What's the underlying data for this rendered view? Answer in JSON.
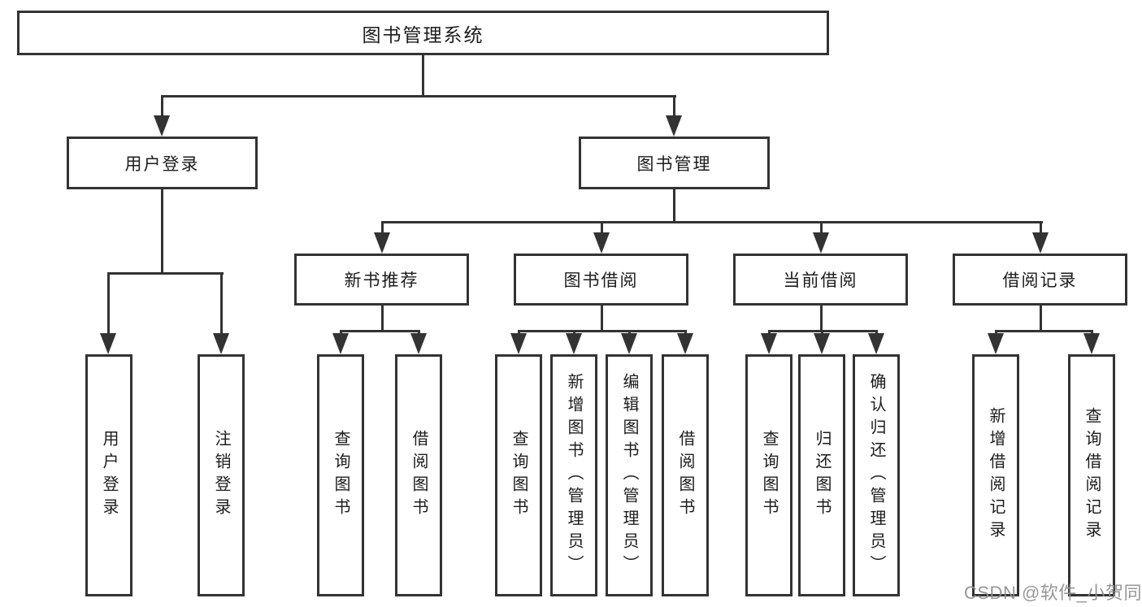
{
  "diagram": {
    "type": "hierarchy-tree",
    "root": {
      "label": "图书管理系统"
    },
    "level1": [
      {
        "label": "用户登录"
      },
      {
        "label": "图书管理"
      }
    ],
    "level2": [
      {
        "label": "新书推荐",
        "parent": "图书管理"
      },
      {
        "label": "图书借阅",
        "parent": "图书管理"
      },
      {
        "label": "当前借阅",
        "parent": "图书管理"
      },
      {
        "label": "借阅记录",
        "parent": "图书管理"
      }
    ],
    "leaves": [
      {
        "label": "用户登录",
        "parent": "用户登录"
      },
      {
        "label": "注销登录",
        "parent": "用户登录"
      },
      {
        "label": "查询图书",
        "parent": "新书推荐"
      },
      {
        "label": "借阅图书",
        "parent": "新书推荐"
      },
      {
        "label": "查询图书",
        "parent": "图书借阅"
      },
      {
        "label": "新增图书（管理员）",
        "parent": "图书借阅"
      },
      {
        "label": "编辑图书（管理员）",
        "parent": "图书借阅"
      },
      {
        "label": "借阅图书",
        "parent": "图书借阅"
      },
      {
        "label": "查询图书",
        "parent": "当前借阅"
      },
      {
        "label": "归还图书",
        "parent": "当前借阅"
      },
      {
        "label": "确认归还（管理员）",
        "parent": "当前借阅"
      },
      {
        "label": "新增借阅记录",
        "parent": "借阅记录"
      },
      {
        "label": "查询借阅记录",
        "parent": "借阅记录"
      }
    ]
  },
  "watermark": {
    "text": "CSDN @软件_小贺同学",
    "color": "#8f8f8f"
  },
  "colors": {
    "line": "#333333",
    "border": "#333333",
    "text": "#1c1c1c",
    "background": "#ffffff"
  }
}
